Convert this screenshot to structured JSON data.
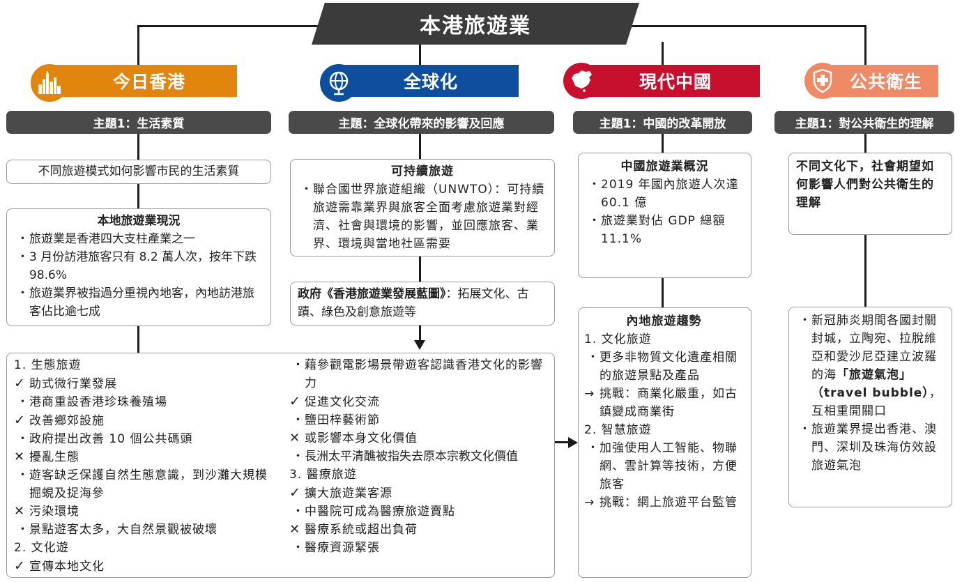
{
  "title": "本港旅遊業",
  "colors": {
    "today_hk": "#e1850f",
    "globalization": "#0e4e9e",
    "modern_china": "#c8102e",
    "public_health": "#ee8a66",
    "dark": "#3b3b3b"
  },
  "columns": [
    {
      "tab": "今日香港",
      "icon": "city-skyline-icon",
      "theme": "主題1：生活素質",
      "box1": "不同旅遊模式如何影響市民的生活素質",
      "box2": {
        "heading": "本地旅遊業現況",
        "items": [
          "旅遊業是香港四大支柱產業之一",
          "3 月份訪港旅客只有 8.2 萬人次，按年下跌 98.6%",
          "旅遊業界被指過分重視內地客，內地訪港旅客佔比逾七成"
        ]
      }
    },
    {
      "tab": "全球化",
      "icon": "globe-icon",
      "theme": "主題：全球化帶來的影響及回應",
      "box1": {
        "heading": "可持續旅遊",
        "items": [
          "聯合國世界旅遊組織（UNWTO）：可持續旅遊需靠業界與旅客全面考慮旅遊業對經濟、社會與環境的影響，並回應旅客、業界、環境與當地社區需要"
        ]
      },
      "box2": {
        "bold": "政府《香港旅遊業發展藍圖》",
        "text": "：拓展文化、古蹟、綠色及創意旅遊等"
      }
    },
    {
      "tab": "現代中國",
      "icon": "china-map-icon",
      "theme": "主題1：中國的改革開放",
      "box1": {
        "heading": "中國旅遊業概況",
        "items": [
          "2019 年國內旅遊人次達 60.1 億",
          "旅遊業對佔 GDP 總額 11.1%"
        ]
      },
      "box2": {
        "heading": "內地旅遊趨勢",
        "s1": "1. 文化旅遊",
        "s1_item": "更多非物質文化遺產相關的旅遊景點及產品",
        "s1_challenge": "挑戰：商業化嚴重，如古鎮變成商業街",
        "s2": "2. 智慧旅遊",
        "s2_item": "加強使用人工智能、物聯網、雲計算等技術，方便旅客",
        "s2_challenge": "挑戰：網上旅遊平台監管"
      }
    },
    {
      "tab": "公共衛生",
      "icon": "health-cross-icon",
      "theme": "主題1：對公共衛生的理解",
      "box1": "不同文化下，社會期望如何影響人們對公共衛生的理解",
      "box2": {
        "item1_pre": "新冠肺炎期間各國封關封城，立陶宛、拉脫維亞和愛沙尼亞建立波羅的海",
        "item1_bold": "「旅遊氣泡」（travel bubble）",
        "item1_post": "，互相重開關口",
        "item2": "旅遊業界提出香港、澳門、深圳及珠海仿效設旅遊氣泡"
      }
    }
  ],
  "bottom": {
    "left": {
      "s1": "1. 生態旅遊",
      "pro1": "助式微行業發展",
      "ex1": "港商重設香港珍珠養殖場",
      "pro2": "改善鄉郊設施",
      "ex2": "政府提出改善 10 個公共碼頭",
      "con1": "擾亂生態",
      "ex3": "遊客缺乏保護自然生態意識，到沙灘大規模掘蜆及捉海參",
      "con2": "污染環境",
      "ex4": "景點遊客太多，大自然景觀被破壞",
      "s2": "2. 文化遊",
      "pro3": "宣傳本地文化"
    },
    "right": {
      "ex5": "藉參觀電影場景帶遊客認識香港文化的影響力",
      "pro4": "促進文化交流",
      "ex6": "鹽田梓藝術節",
      "con3": "或影響本身文化價值",
      "ex7": "長洲太平清醮被指失去原本宗教文化價值",
      "s3": "3. 醫療旅遊",
      "pro5": "擴大旅遊業客源",
      "ex8": "中醫院可成為醫療旅遊賣點",
      "con4": "醫療系統或超出負荷",
      "ex9": "醫療資源緊張"
    }
  }
}
